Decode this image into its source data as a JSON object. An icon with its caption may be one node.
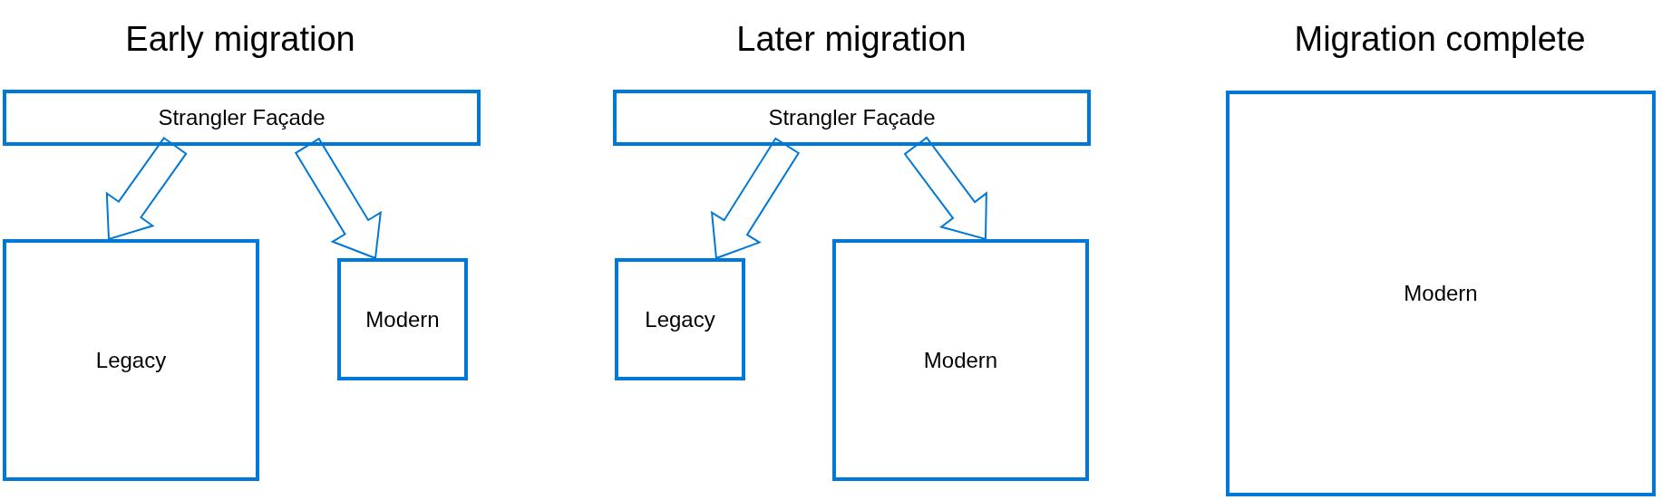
{
  "diagram": {
    "nodes": [
      {
        "text": [
          "Strangler Façade"
        ]
      },
      {
        "text": [
          "Legacy"
        ]
      },
      {
        "text": [
          "Modern"
        ]
      },
      {
        "text": [
          "Strangler Façade"
        ]
      },
      {
        "text": [
          "Legacy"
        ]
      },
      {
        "text": [
          "Modern"
        ]
      },
      {
        "text": [
          "Modern"
        ]
      }
    ],
    "edges": [
      {
        "from": 0,
        "to": 1,
        "arrow": "to"
      },
      {
        "from": 0,
        "to": 2,
        "arrow": "to"
      },
      {
        "from": 3,
        "to": 4,
        "arrow": "to"
      },
      {
        "from": 3,
        "to": 5,
        "arrow": "to"
      }
    ],
    "labels": [
      "Early migration",
      "Later migration",
      "Migration complete"
    ]
  }
}
